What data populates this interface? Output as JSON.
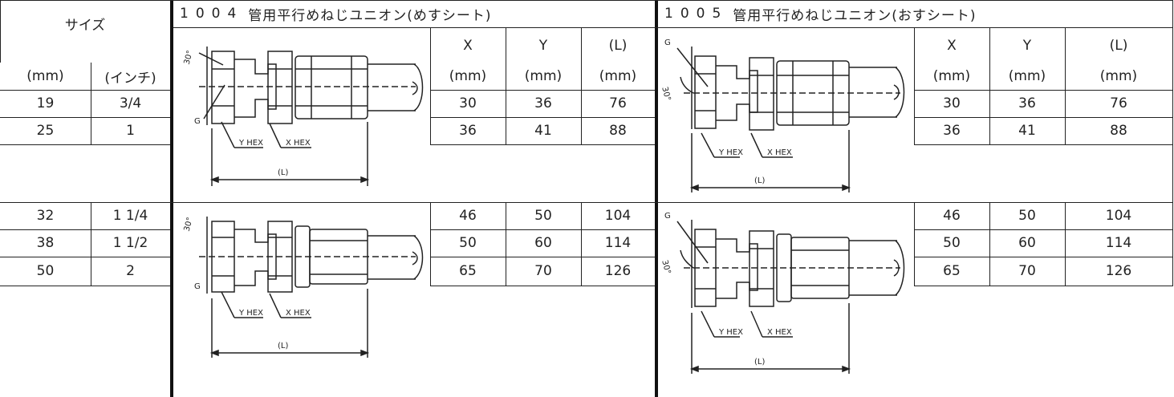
{
  "size_header": {
    "label": "サイズ",
    "mm": "(mm)",
    "inch": "(インチ)"
  },
  "col_units": {
    "x": "X",
    "y": "Y",
    "l": "(L)",
    "mm": "(mm)"
  },
  "products": [
    {
      "number": "1004",
      "name": "管用平行めねじユニオン(めすシート)"
    },
    {
      "number": "1005",
      "name": "管用平行めねじユニオン(おすシート)"
    }
  ],
  "groups": [
    {
      "rows": [
        {
          "mm": "19",
          "inch": "3/4",
          "x": "30",
          "y": "36",
          "l": "76"
        },
        {
          "mm": "25",
          "inch": "1",
          "x": "36",
          "y": "41",
          "l": "88"
        }
      ]
    },
    {
      "rows": [
        {
          "mm": "32",
          "inch": "1 1/4",
          "x": "46",
          "y": "50",
          "l": "104"
        },
        {
          "mm": "38",
          "inch": "1 1/2",
          "x": "50",
          "y": "60",
          "l": "114"
        },
        {
          "mm": "50",
          "inch": "2",
          "x": "65",
          "y": "70",
          "l": "126"
        }
      ]
    }
  ],
  "drawing_labels": {
    "g": "G",
    "angle": "30°",
    "yhex": "Y HEX",
    "xhex": "X HEX",
    "length": "(L)"
  }
}
